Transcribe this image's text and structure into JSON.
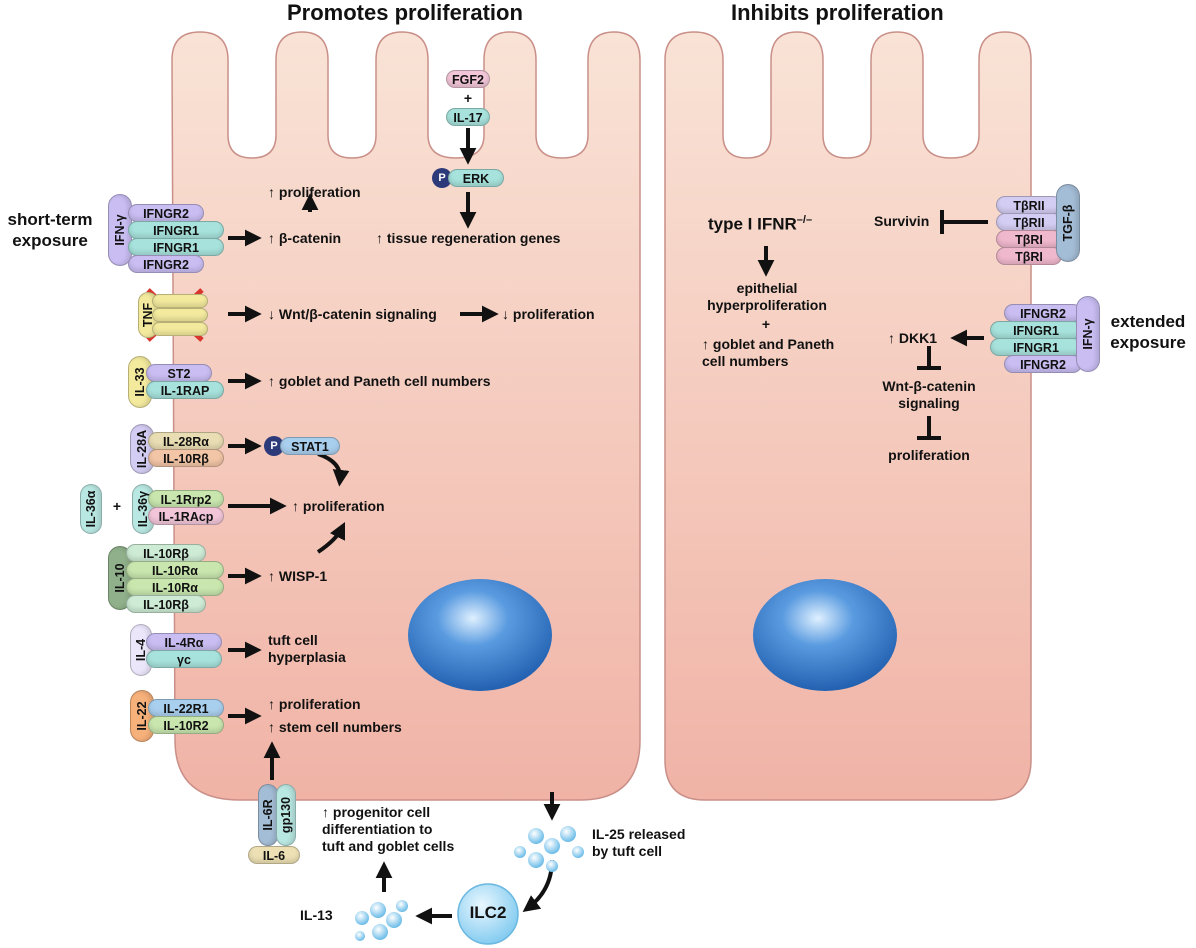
{
  "titles": {
    "left": "Promotes proliferation",
    "right": "Inhibits proliferation"
  },
  "labels": {
    "short_term_exposure": "short-term\nexposure",
    "extended_exposure": "extended\nexposure",
    "plus": "+",
    "p": "P"
  },
  "top_pathway": {
    "fgf2": "FGF2",
    "il17": "IL-17",
    "erk": "ERK",
    "tissue_regeneration": "tissue regeneration genes"
  },
  "ifng_short": {
    "ligand": "IFN-γ",
    "receptors": [
      "IFNGR2",
      "IFNGR1",
      "IFNGR1",
      "IFNGR2"
    ],
    "beta_catenin": "β-catenin",
    "proliferation": "proliferation"
  },
  "tnf": {
    "ligand": "TNF",
    "wnt": "Wnt/β-catenin signaling",
    "proliferation": "proliferation"
  },
  "il33": {
    "ligand": "IL-33",
    "receptors": [
      "ST2",
      "IL-1RAP"
    ],
    "effect": "goblet and Paneth cell numbers"
  },
  "il28a": {
    "ligand": "IL-28A",
    "receptors": [
      "IL-28Rα",
      "IL-10Rβ"
    ],
    "stat1": "STAT1"
  },
  "il36": {
    "ligand_a": "IL-36α",
    "ligand_g": "IL-36γ",
    "receptors": [
      "IL-1Rrp2",
      "IL-1RAcp"
    ],
    "proliferation": "proliferation"
  },
  "il10": {
    "ligand": "IL-10",
    "receptors": [
      "IL-10Rβ",
      "IL-10Rα",
      "IL-10Rα",
      "IL-10Rβ"
    ],
    "wisp": "WISP-1"
  },
  "il4": {
    "ligand": "IL-4",
    "receptors": [
      "IL-4Rα",
      "γc"
    ],
    "effect": "tuft cell\nhyperplasia"
  },
  "il22": {
    "ligand": "IL-22",
    "receptors": [
      "IL-22R1",
      "IL-10R2"
    ],
    "effect1": "proliferation",
    "effect2": "stem cell numbers"
  },
  "il6": {
    "ligand": "IL-6",
    "il6r": "IL-6R",
    "gp130": "gp130"
  },
  "bottom": {
    "progenitor": "progenitor cell\ndifferentiation to\ntuft and goblet cells",
    "il25": "IL-25 released\nby tuft cell",
    "ilc2": "ILC2",
    "il13": "IL-13"
  },
  "right_cell": {
    "ifnr": "type I IFNR",
    "ifnr_sup": "–/–",
    "epithelial": "epithelial\nhyperproliferation",
    "plus": "+",
    "goblet": "goblet and Paneth\ncell numbers",
    "survivin": "Survivin",
    "tgfb": "TGF-β",
    "tgf_receptors": [
      "TβRII",
      "TβRII",
      "TβRI",
      "TβRI"
    ],
    "ifng_ext": "IFN-γ",
    "ifng_receptors": [
      "IFNGR2",
      "IFNGR1",
      "IFNGR1",
      "IFNGR2"
    ],
    "dkk1": "DKK1",
    "wnt": "Wnt-β-catenin\nsignaling",
    "proliferation": "proliferation"
  },
  "colors": {
    "cell_top": "#f9e3d6",
    "cell_bottom": "#f0b3a6",
    "cell_border": "#c98f88",
    "nucleus": "#2d6cbf",
    "ilc2": "#9fd6f2"
  }
}
